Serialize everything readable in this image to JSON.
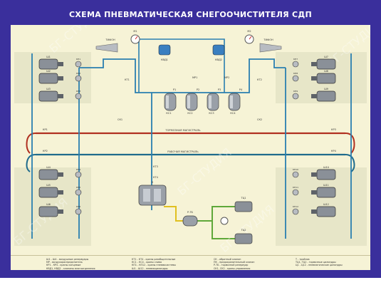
{
  "title": "СХЕМА ПНЕВМАТИЧЕСКАЯ СНЕГООЧИСТИТЕЛЯ СДП",
  "watermark": "БГ-СТУДИЯ",
  "colors": {
    "frame": "#3a2f9c",
    "panel": "#f6f3d6",
    "brake_line": "#b03020",
    "working_line": "#1f6b8c",
    "supply_line": "#2a7fb0",
    "green_line": "#5fa83a",
    "yellow_line": "#e0c020",
    "component": "#8a9098"
  },
  "diagram": {
    "brake_main_label": "ТОРМОЗНАЯ МАГИСТРАЛЬ",
    "working_main_label": "РАБОЧАЯ МАГИСТРАЛЬ",
    "labels": {
      "m1": "М1",
      "m2": "М2",
      "tifon_left": "ТИФОН",
      "tifon_right": "ТИФОН",
      "kt1": "КТ1",
      "kt2": "КТ2",
      "kt3": "КТ3",
      "kt4": "КТ4",
      "kvd1": "КВД1",
      "kvd2": "КВД2",
      "r1": "Р1",
      "r2": "Р2",
      "r3": "Р3",
      "r4": "Р4",
      "ks1": "КС1",
      "ks2": "КС2",
      "ks3": "КС3",
      "ks4": "КС4",
      "sk1": "СК1",
      "sk2": "СК2",
      "kr1": "КР1",
      "kr2": "КР2",
      "kr3": "КР3",
      "kr4": "КР4",
      "mr1": "МР1",
      "mr2": "МР2",
      "compressor": "К",
      "r_ts": "Р-ТБ",
      "tc1": "ТЦ1",
      "tc2": "ТЦ2",
      "sh_left": [
        "Ш1",
        "Ш2",
        "Ш3",
        "Ш4",
        "Ш5",
        "Ш6"
      ],
      "sh_right": [
        "Ш7",
        "Ш8",
        "Ш9",
        "Ш10",
        "Ш11",
        "Ш12"
      ],
      "kp_left": [
        "КП1",
        "КП2",
        "КП3",
        "КП4",
        "КП5",
        "КП6"
      ],
      "kp_right": [
        "КП7",
        "КП8",
        "КП9",
        "КП10",
        "КП11",
        "КП12"
      ]
    }
  },
  "legend": {
    "col1": [
      "Ш1 - Ш4 - воздушные резервуары",
      "МР - воздухораспределитель",
      "КР1 - КР4 - краны концевые",
      "КВД1, КВД2 - клапаны влагоотделения"
    ],
    "col2": [
      "КТ1 - КТ4 - краны разобщительные",
      "КС1 - КС4 - краны слива",
      "КП1 - КП12 - краны пневмосистемы",
      "Ш1 - Ш12 - пневмоцилиндры"
    ],
    "col3": [
      "СК - обратный клапан",
      "ПК - предохранительный клапан",
      "Р-ТБ - тормозной резервуар",
      "СК1, СК2 - краны управления"
    ],
    "col4": [
      "Т - тройник",
      "ТЦ1, ТЦ2 - тормозные цилиндры",
      "Ц1 - Ц12 - пневматические цилиндры"
    ]
  }
}
